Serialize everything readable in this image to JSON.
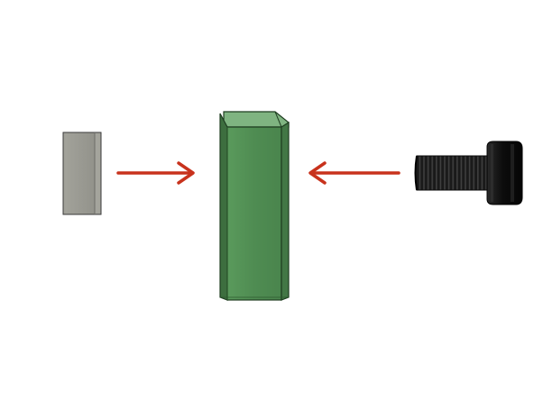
{
  "diagram": {
    "type": "exploded-assembly",
    "parts": [
      {
        "name": "square-nut",
        "color": "#9a9a92"
      },
      {
        "name": "green-block",
        "color": "#4e8a50"
      },
      {
        "name": "socket-head-cap-screw",
        "color": "#111111"
      }
    ],
    "arrows": [
      {
        "name": "arrow-nut-to-block",
        "direction": "right",
        "color": "#c8321c"
      },
      {
        "name": "arrow-screw-to-block",
        "direction": "left",
        "color": "#c8321c"
      }
    ]
  }
}
